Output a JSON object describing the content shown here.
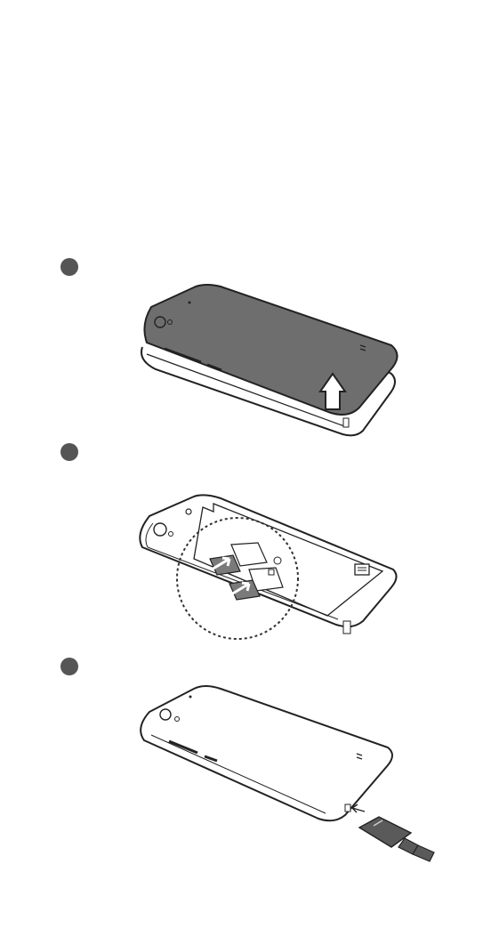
{
  "page": {
    "background": "#ffffff",
    "steps": [
      {
        "icon": "step-bullet-icon",
        "illustration": "remove-back-cover-illustration"
      },
      {
        "icon": "step-bullet-icon",
        "illustration": "insert-sim-cards-illustration"
      },
      {
        "icon": "step-bullet-icon",
        "illustration": "connect-charger-illustration"
      }
    ]
  },
  "colors": {
    "bullet": "#555555",
    "cover_fill": "#6e6e6e",
    "outline": "#222222",
    "card_fill": "#7a7a7a",
    "cable_fill": "#5a5a5a"
  }
}
